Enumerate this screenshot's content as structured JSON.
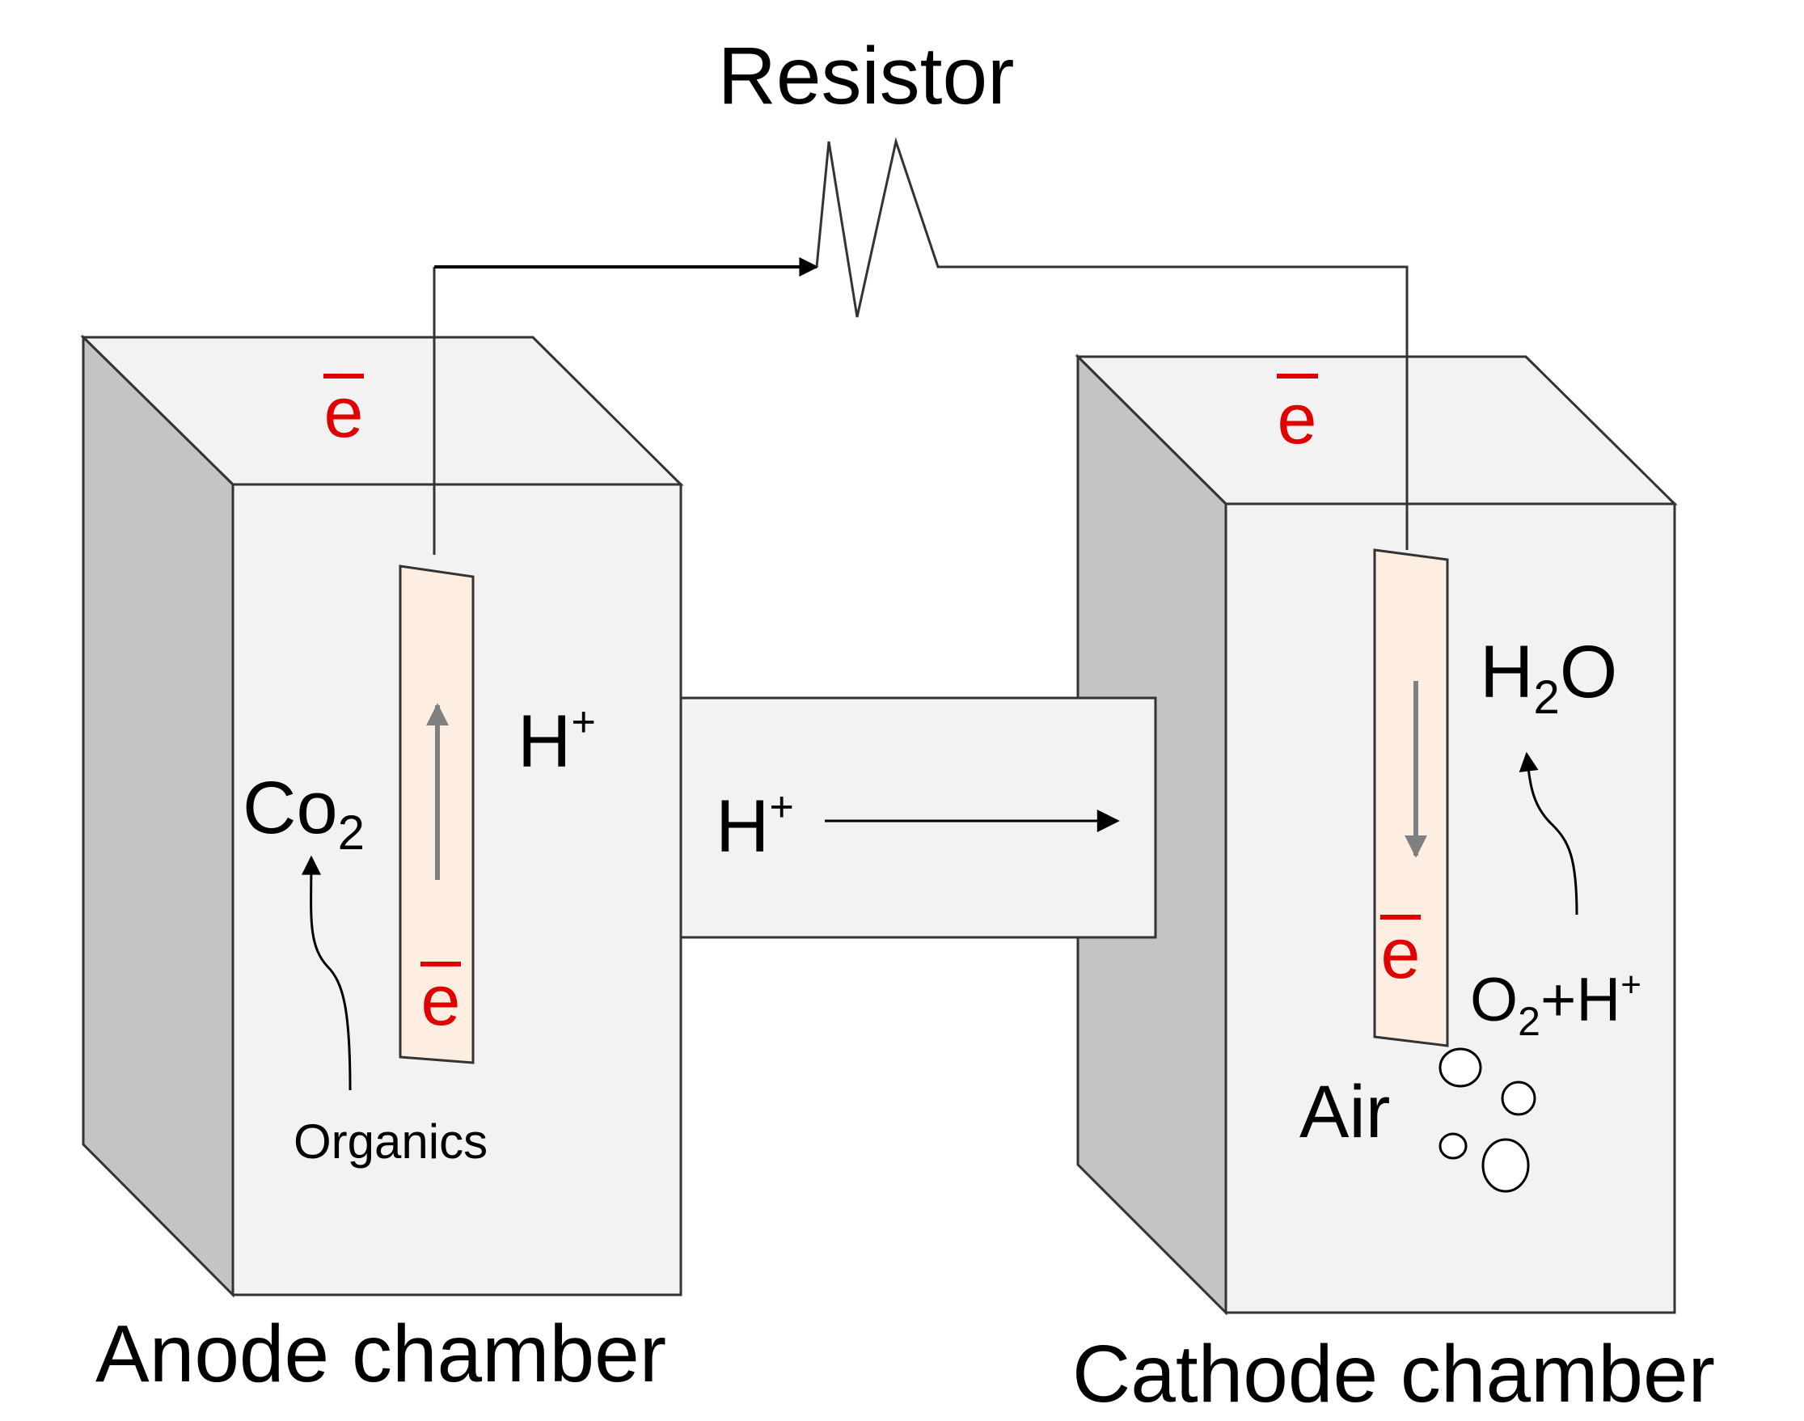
{
  "labels": {
    "resistor": "Resistor",
    "anode_chamber": "Anode chamber",
    "cathode_chamber": "Cathode chamber",
    "electron": "e",
    "hydrogen_ion": "H",
    "plus": "+",
    "co": "Co",
    "subscript_2": "2",
    "organics": "Organics",
    "water_h": "H",
    "water_o": "O",
    "oxygen_o": "O",
    "oxygen_rest": "+H",
    "air": "Air"
  },
  "colors": {
    "electron_red": "#e00000",
    "chamber_front": "#f2f2f2",
    "chamber_side": "#c4c4c4",
    "electrode_fill": "#fdeee1",
    "internal_arrow": "#808080"
  }
}
